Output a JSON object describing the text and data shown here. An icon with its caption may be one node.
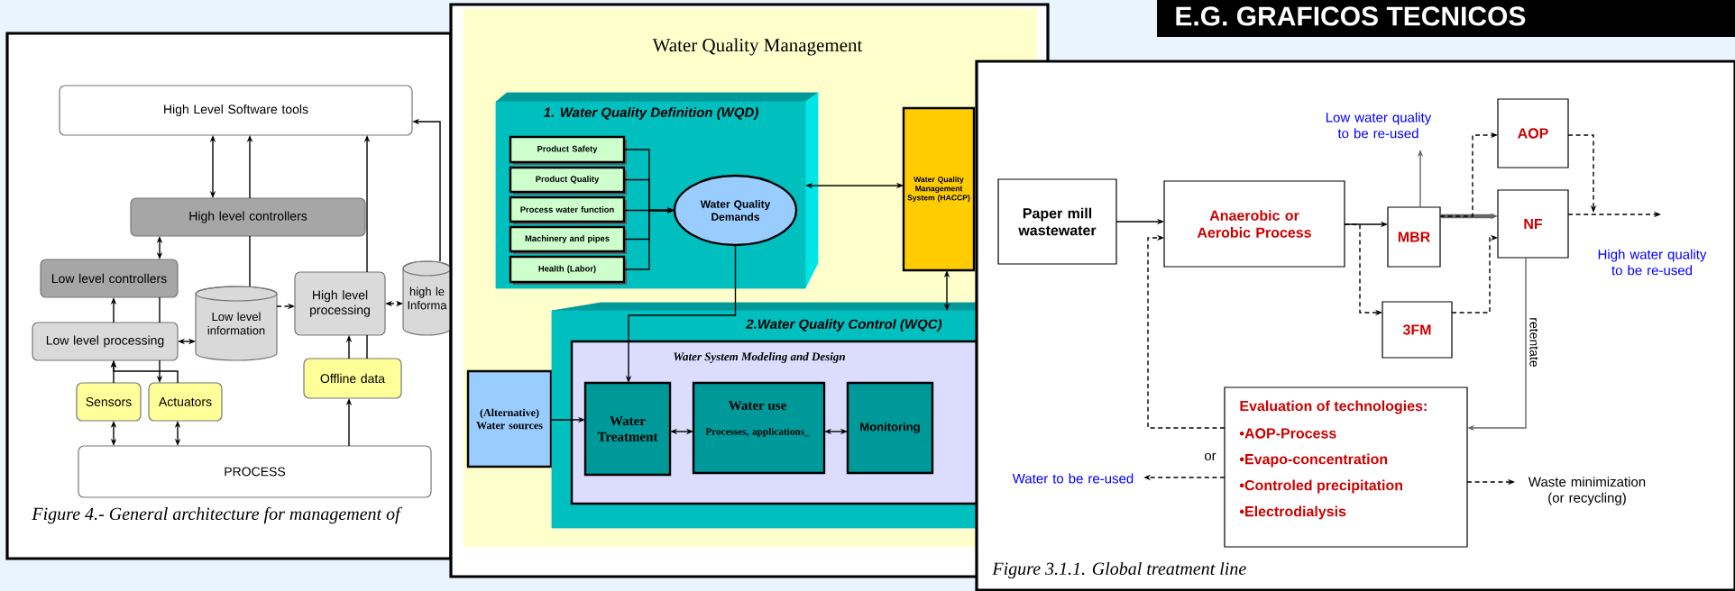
{
  "diagram": {
    "title": "E.G. GRAFICOS TECNICOS",
    "nodes": [
      {
        "text": [
          "Figure 4.- General architecture for management of"
        ]
      },
      {
        "text": [
          "High Level Software tools"
        ],
        "in": 0
      },
      {
        "text": [
          "High level controllers"
        ],
        "in": 0
      },
      {
        "text": [
          "Low level controllers"
        ],
        "in": 0
      },
      {
        "text": [
          "Low level processing"
        ],
        "in": 0
      },
      {
        "text": [
          "Low level information"
        ],
        "in": 0
      },
      {
        "text": [
          "High level processing"
        ],
        "in": 0
      },
      {
        "text": [
          "high le Informa"
        ],
        "in": 0
      },
      {
        "text": [
          "Sensors"
        ],
        "in": 0
      },
      {
        "text": [
          "Actuators"
        ],
        "in": 0
      },
      {
        "text": [
          "Offline data"
        ],
        "in": 0
      },
      {
        "text": [
          "PROCESS"
        ],
        "in": 0
      },
      {
        "text": [
          "Water Quality Management"
        ]
      },
      {
        "text": [
          "1. Water Quality Definition (WQD)"
        ],
        "in": 12
      },
      {
        "text": [
          "Product Safety"
        ],
        "in": 13
      },
      {
        "text": [
          "Product Quality"
        ],
        "in": 13
      },
      {
        "text": [
          "Process water function"
        ],
        "in": 13
      },
      {
        "text": [
          "Machinery and pipes"
        ],
        "in": 13
      },
      {
        "text": [
          "Health (Labor)"
        ],
        "in": 13
      },
      {
        "text": [
          "Water Quality Demands"
        ],
        "in": 13
      },
      {
        "text": [
          "Water Quality Management System (HACCP)"
        ],
        "in": 12
      },
      {
        "text": [
          "(Alternative) Water sources"
        ],
        "in": 12
      },
      {
        "text": [
          "2.Water Quality Control (WQC)"
        ],
        "in": 12
      },
      {
        "text": [
          "Water System Modeling and Design"
        ],
        "in": 22
      },
      {
        "text": [
          "Water Treatment"
        ],
        "in": 23
      },
      {
        "text": [
          "Water use",
          "Processes, applications_"
        ],
        "in": 23
      },
      {
        "text": [
          "Monitoring"
        ],
        "in": 23
      },
      {
        "text": [
          "Figure 3.1.1. Global treatment line"
        ]
      },
      {
        "text": [
          "Paper mill wastewater"
        ],
        "in": 27
      },
      {
        "text": [
          "Anaerobic or Aerobic Process"
        ],
        "in": 27
      },
      {
        "text": [
          "MBR"
        ],
        "in": 27
      },
      {
        "text": [
          "AOP"
        ],
        "in": 27
      },
      {
        "text": [
          "NF"
        ],
        "in": 27
      },
      {
        "text": [
          "3FM"
        ],
        "in": 27
      },
      {
        "text": [
          "Evaluation of technologies:",
          "•AOP-Process",
          "•Evapo-concentration",
          "•Controled precipitation",
          "•Electrodialysis"
        ],
        "in": 27
      },
      {
        "text": [
          "Low water quality to be re-used"
        ],
        "in": 27
      },
      {
        "text": [
          "Water to be re-used"
        ],
        "in": 27
      },
      {
        "text": [
          "Waste minimization (or recycling)"
        ],
        "in": 27
      }
    ],
    "edges": [
      {
        "from": 2,
        "to": 1,
        "arrow": "both"
      },
      {
        "from": 2,
        "to": 1,
        "arrow": "to"
      },
      {
        "from": 5,
        "to": 2,
        "arrow": "none"
      },
      {
        "from": 6,
        "to": 1,
        "arrow": "to"
      },
      {
        "from": 10,
        "to": 6,
        "arrow": "none"
      },
      {
        "from": 7,
        "to": 1,
        "arrow": "to"
      },
      {
        "from": 3,
        "to": 2,
        "arrow": "both"
      },
      {
        "from": 4,
        "to": 3,
        "arrow": "to"
      },
      {
        "from": 3,
        "to": 4,
        "arrow": "none"
      },
      {
        "from": 4,
        "to": 9,
        "arrow": "to"
      },
      {
        "from": 8,
        "to": 4,
        "arrow": "to"
      },
      {
        "from": 9,
        "to": 4,
        "arrow": "to"
      },
      {
        "from": 4,
        "to": 5,
        "arrow": "both"
      },
      {
        "from": 5,
        "to": 6,
        "arrow": "to",
        "style": "dashed"
      },
      {
        "from": 6,
        "to": 7,
        "arrow": "both",
        "style": "dashed"
      },
      {
        "from": 11,
        "to": 8,
        "arrow": "both"
      },
      {
        "from": 11,
        "to": 9,
        "arrow": "both"
      },
      {
        "from": 11,
        "to": 10,
        "arrow": "to"
      },
      {
        "from": 10,
        "to": 6,
        "arrow": "to"
      },
      {
        "from": 14,
        "to": 19,
        "arrow": "to"
      },
      {
        "from": 15,
        "to": 19,
        "arrow": "to"
      },
      {
        "from": 16,
        "to": 19,
        "arrow": "to"
      },
      {
        "from": 17,
        "to": 19,
        "arrow": "to"
      },
      {
        "from": 18,
        "to": 19,
        "arrow": "to"
      },
      {
        "from": 13,
        "to": 20,
        "arrow": "both"
      },
      {
        "from": 20,
        "to": 22,
        "arrow": "both"
      },
      {
        "from": 19,
        "to": 24,
        "arrow": "to"
      },
      {
        "from": 21,
        "to": 24,
        "arrow": "to"
      },
      {
        "from": 24,
        "to": 25,
        "arrow": "both"
      },
      {
        "from": 25,
        "to": 26,
        "arrow": "both"
      },
      {
        "from": 28,
        "to": 29,
        "arrow": "to"
      },
      {
        "from": 34,
        "to": 29,
        "arrow": "to",
        "style": "dashed"
      },
      {
        "from": 29,
        "to": 30,
        "arrow": "to"
      },
      {
        "from": 29,
        "to": 33,
        "arrow": "to",
        "style": "dashed"
      },
      {
        "from": 33,
        "to": 32,
        "arrow": "to",
        "style": "dashed"
      },
      {
        "from": 30,
        "to": 35,
        "arrow": "to",
        "color": "#666666"
      },
      {
        "from": 30,
        "to": 32,
        "arrow": "to",
        "style": "thick",
        "color": "#666666"
      },
      {
        "from": 30,
        "to": 31,
        "arrow": "to",
        "style": "dashed"
      },
      {
        "from": 31,
        "to": null,
        "arrow": "to",
        "style": "dashed"
      },
      {
        "from": 32,
        "to": null,
        "arrow": "to",
        "style": "dashed"
      },
      {
        "from": 32,
        "to": 34,
        "arrow": "to",
        "label": "retentate",
        "color": "#666666"
      },
      {
        "from": 34,
        "to": 36,
        "arrow": "to",
        "style": "dashed"
      },
      {
        "from": 34,
        "to": 37,
        "arrow": "to",
        "style": "dashed"
      }
    ],
    "labels": [
      "High water quality to be re-used",
      "or"
    ]
  }
}
